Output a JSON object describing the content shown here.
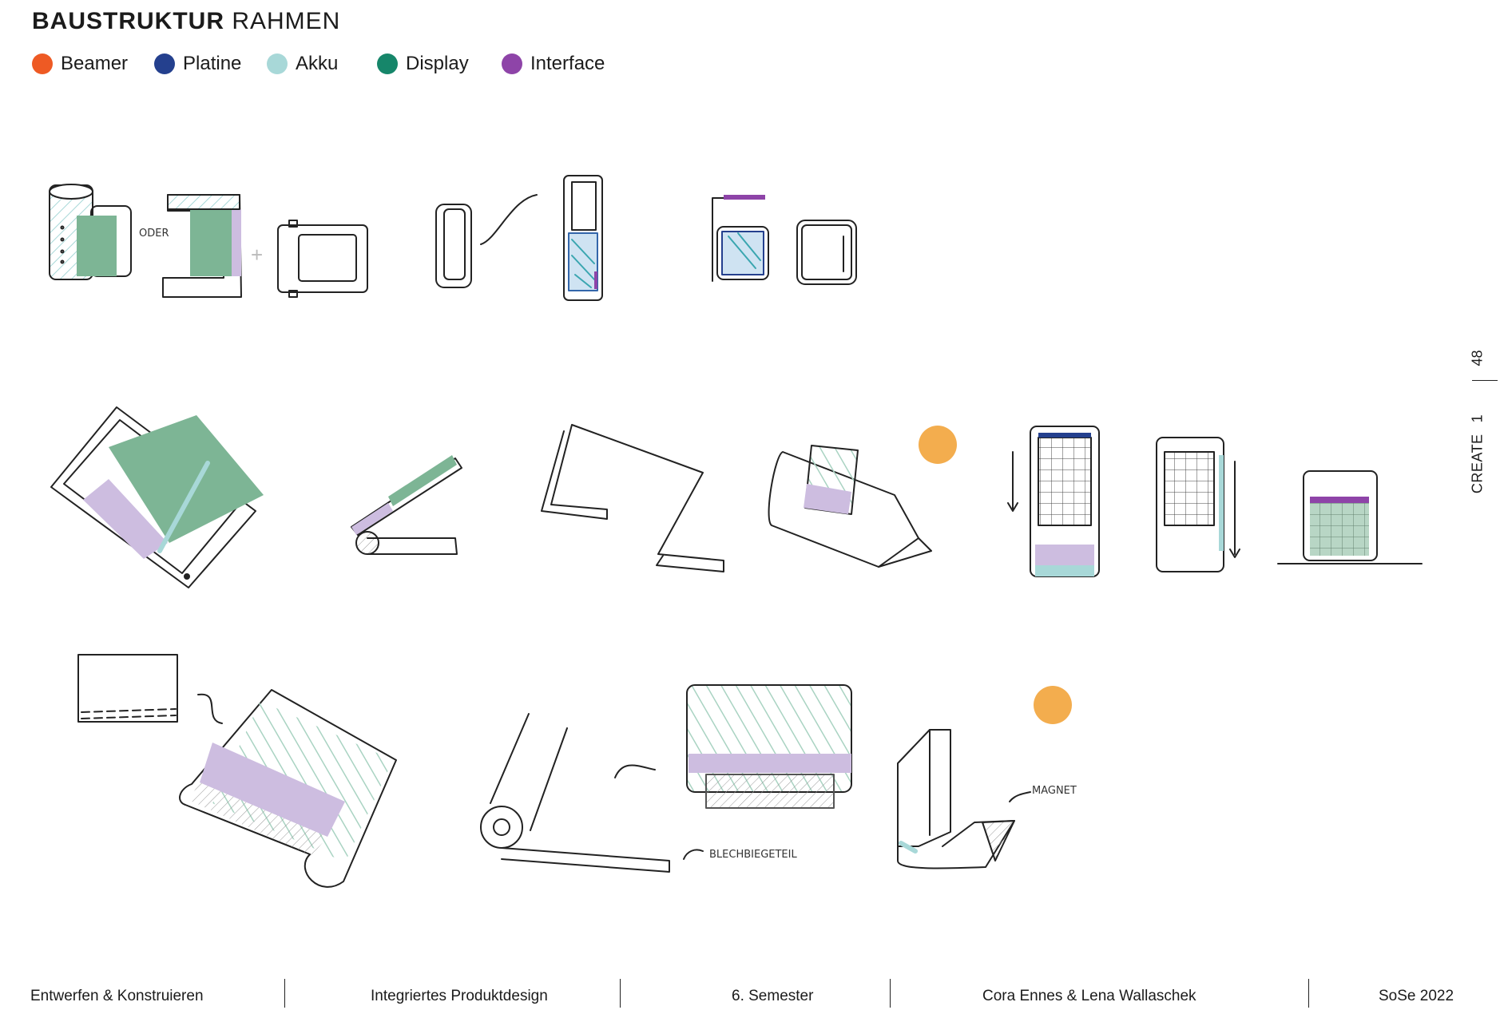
{
  "title": {
    "bold": "BAUSTRUKTUR",
    "light": "RAHMEN"
  },
  "legend": [
    {
      "label": "Beamer",
      "color": "#ee5a24"
    },
    {
      "label": "Platine",
      "color": "#24408e"
    },
    {
      "label": "Akku",
      "color": "#a8d8d8"
    },
    {
      "label": "Display",
      "color": "#16866a"
    },
    {
      "label": "Interface",
      "color": "#8e44a8"
    }
  ],
  "annotations": {
    "oder": "ODER",
    "blechbiegeteil": "BLECHBIEGETEIL",
    "magnet": "MAGNET"
  },
  "side": {
    "page_number": "48",
    "section": "CREATE",
    "section_number": "1"
  },
  "footer": {
    "course": "Entwerfen & Konstruieren",
    "module": "Integriertes Produktdesign",
    "semester": "6. Semester",
    "authors": "Cora Ennes  & Lena Wallaschek",
    "term": "SoSe 2022"
  },
  "colors": {
    "display_fill": "#7db595",
    "interface_fill": "#cdbde0",
    "akku_hatch": "#a8d8d8",
    "accent_dot": "#f3ad4e"
  }
}
